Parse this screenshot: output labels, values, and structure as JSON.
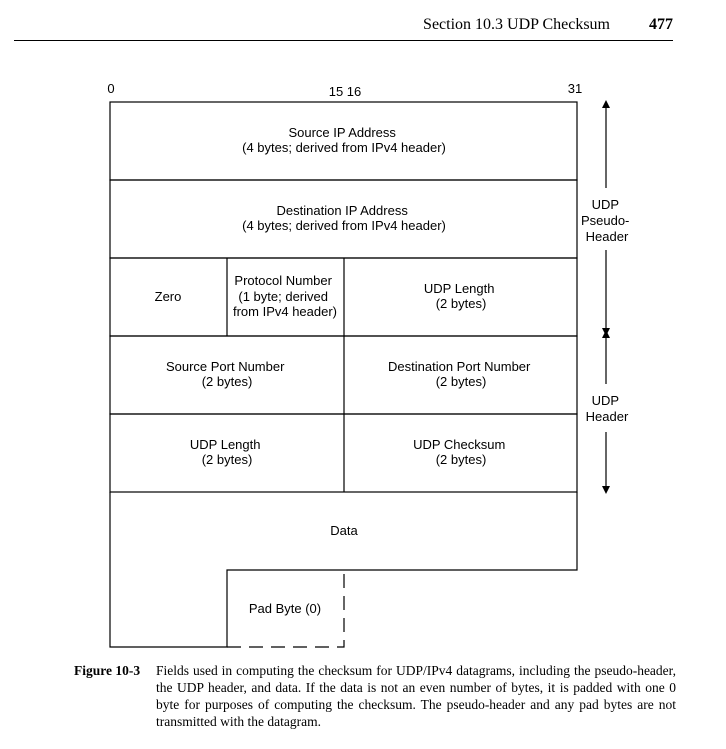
{
  "header": {
    "section": "Section 10.3 UDP Checksum",
    "page_number": "477"
  },
  "figure": {
    "bit_labels": {
      "start": "0",
      "mid": "15 16",
      "end": "31"
    },
    "fields": {
      "source_ip": [
        "Source IP Address",
        "(4 bytes; derived from IPv4 header)"
      ],
      "dest_ip": [
        "Destination IP Address",
        "(4 bytes; derived from IPv4 header)"
      ],
      "zero": [
        "Zero"
      ],
      "protocol": [
        "Protocol Number",
        "(1 byte; derived",
        "from IPv4 header)"
      ],
      "udp_length_pseudo": [
        "UDP Length",
        "(2 bytes)"
      ],
      "source_port": [
        "Source Port Number",
        "(2 bytes)"
      ],
      "dest_port": [
        "Destination Port Number",
        "(2 bytes)"
      ],
      "udp_length": [
        "UDP Length",
        "(2 bytes)"
      ],
      "udp_checksum": [
        "UDP Checksum",
        "(2 bytes)"
      ],
      "data": [
        "Data"
      ],
      "pad_byte": [
        "Pad Byte (0)"
      ]
    },
    "side_labels": {
      "pseudo_header": [
        "UDP",
        "Pseudo-",
        "Header"
      ],
      "udp_header": [
        "UDP",
        "Header"
      ]
    }
  },
  "caption": {
    "label": "Figure 10-3",
    "text": "Fields used in computing the checksum for UDP/IPv4 datagrams, including the pseudo-header, the UDP header, and data. If the data is not an even number of bytes, it is padded with one 0 byte for purposes of computing the checksum. The pseudo-header and any pad bytes are not transmitted with the datagram."
  }
}
